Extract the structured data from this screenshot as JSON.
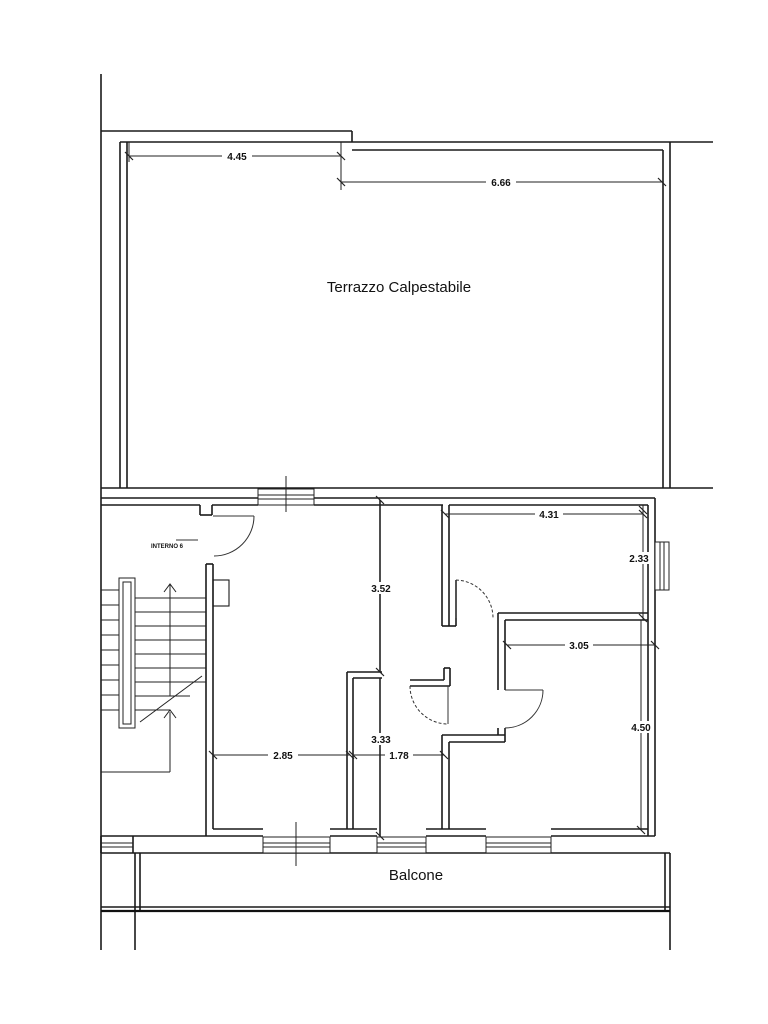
{
  "rooms": {
    "terrace": "Terrazzo Calpestabile",
    "balcony": "Balcone",
    "unit": "INTERNO 6"
  },
  "dimensions": {
    "d_4_45": "4.45",
    "d_6_66": "6.66",
    "d_4_31": "4.31",
    "d_2_33": "2.33",
    "d_3_52": "3.52",
    "d_3_05": "3.05",
    "d_3_33": "3.33",
    "d_4_50": "4.50",
    "d_2_85": "2.85",
    "d_1_78": "1.78"
  }
}
